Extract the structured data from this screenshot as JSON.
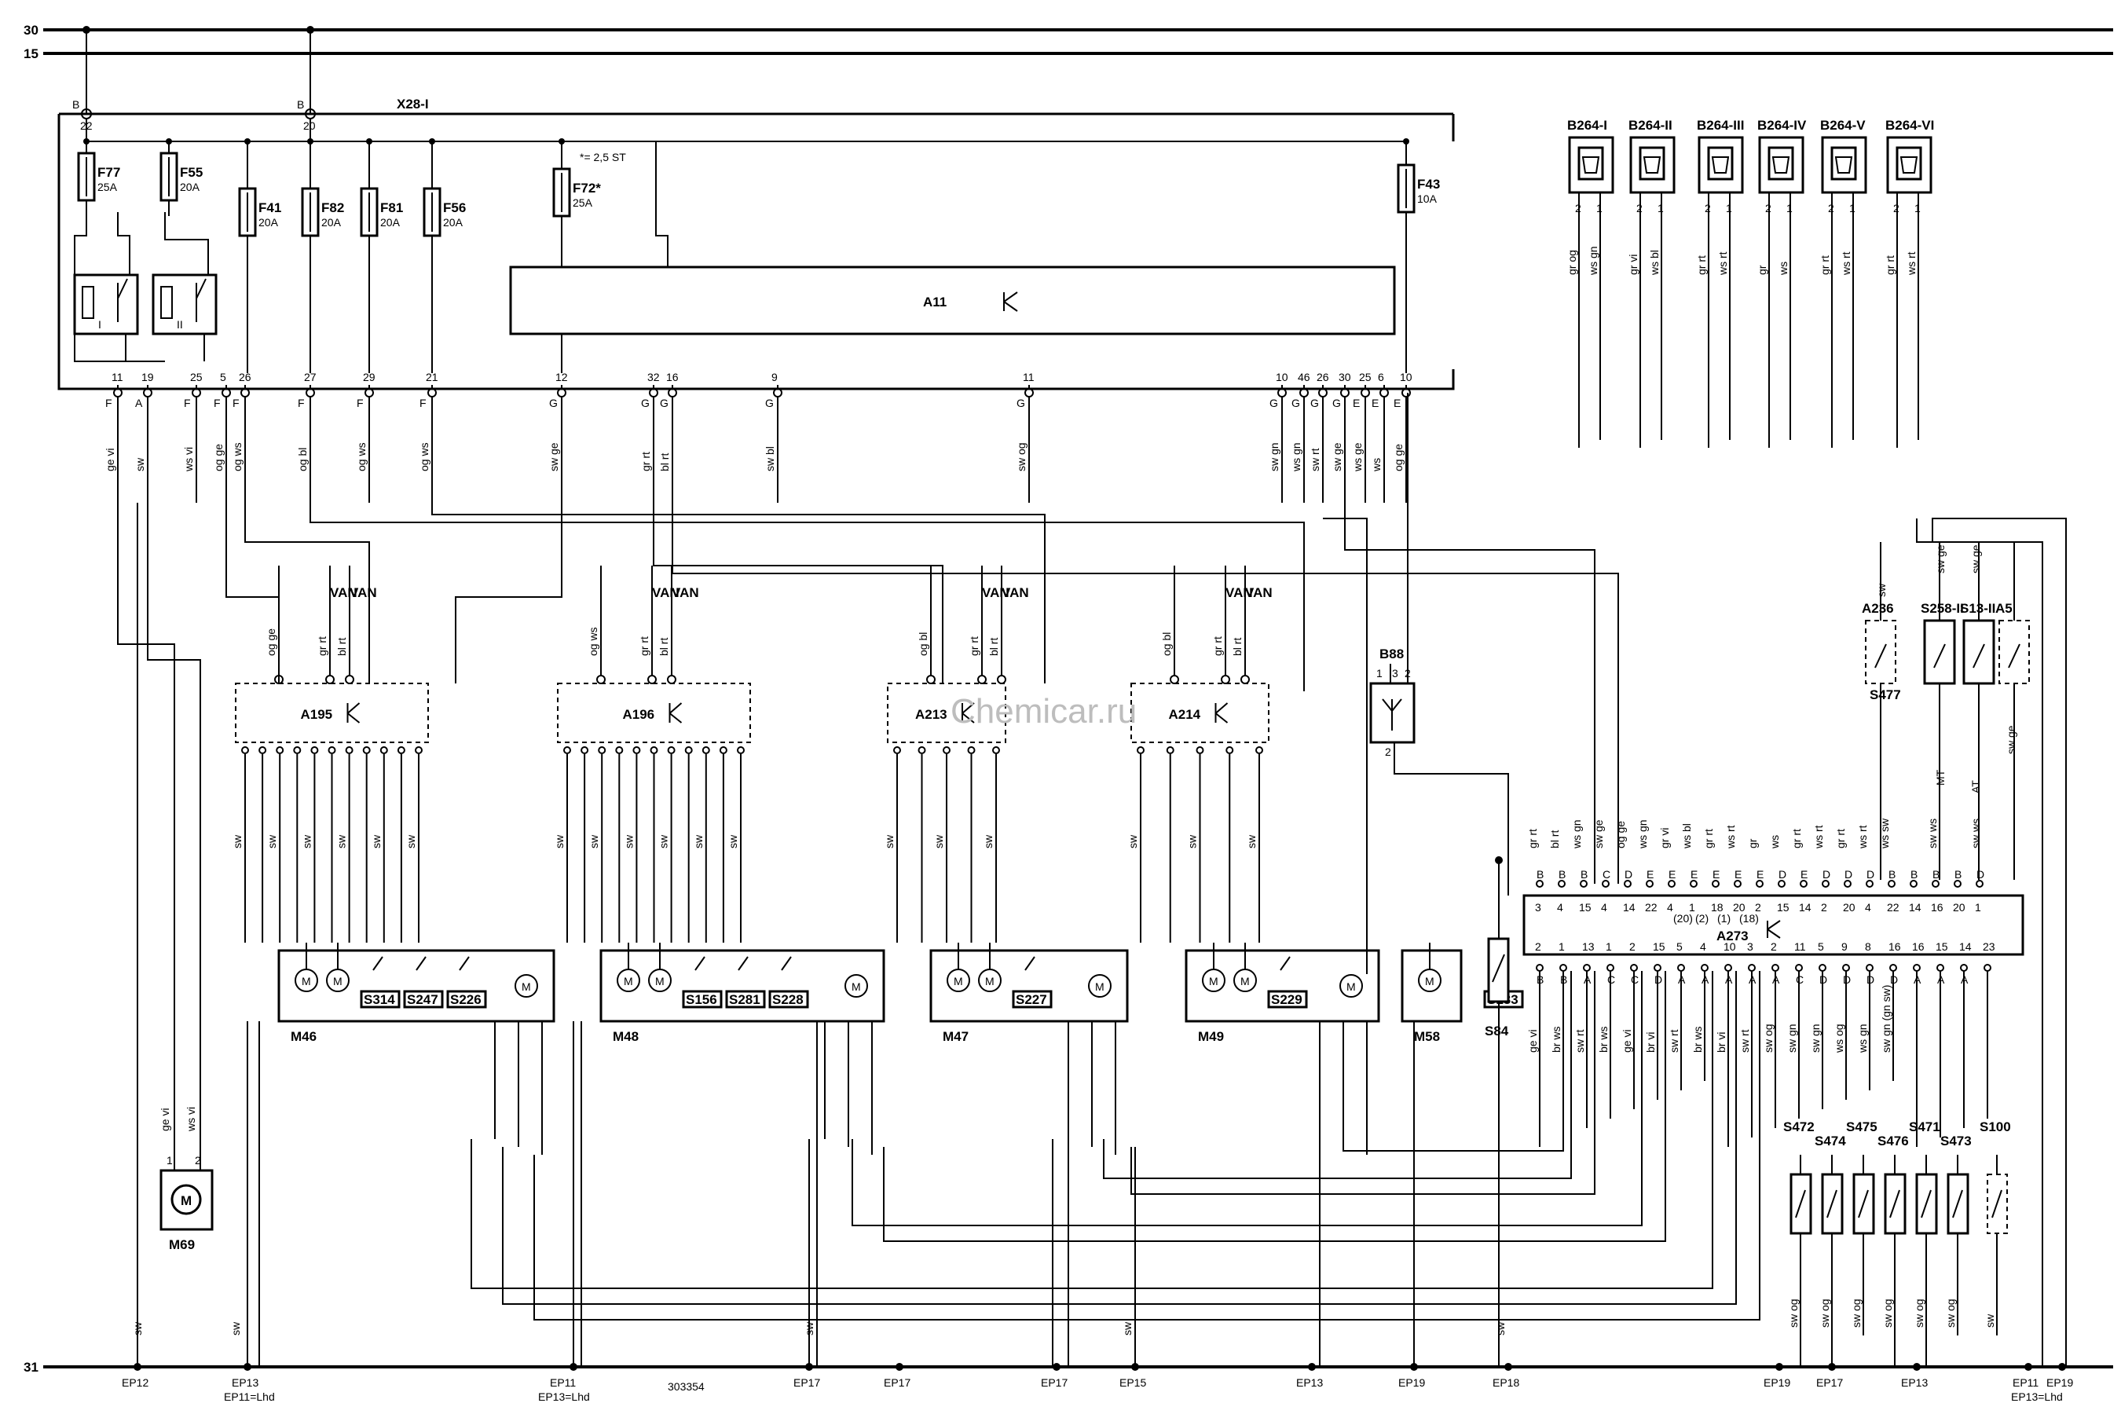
{
  "rails": {
    "top1": "30",
    "top2": "15",
    "bottom": "31"
  },
  "connector": {
    "label": "X28-I",
    "pin_left": "22",
    "pin_right": "20",
    "letter_left": "B",
    "letter_right": "B",
    "note": "*= 2,5 ST"
  },
  "fuses": [
    {
      "name": "F77",
      "rating": "25A"
    },
    {
      "name": "F55",
      "rating": "20A"
    },
    {
      "name": "F41",
      "rating": "20A"
    },
    {
      "name": "F82",
      "rating": "20A"
    },
    {
      "name": "F81",
      "rating": "20A"
    },
    {
      "name": "F56",
      "rating": "20A"
    },
    {
      "name": "F72*",
      "rating": "25A"
    },
    {
      "name": "F43",
      "rating": "10A"
    }
  ],
  "relays": [
    {
      "name": "I"
    },
    {
      "name": "II"
    }
  ],
  "module_a11": "A11",
  "x28_pins": [
    "11",
    "19",
    "25",
    "5",
    "26",
    "27",
    "29",
    "21",
    "12",
    "32",
    "16",
    "9",
    "11",
    "10",
    "46",
    "26",
    "30",
    "25",
    "6",
    "10"
  ],
  "x28_letters": [
    "F",
    "A",
    "F",
    "F",
    "F",
    "F",
    "F",
    "F",
    "G",
    "G",
    "G",
    "G",
    "G",
    "G",
    "G",
    "G",
    "G",
    "E",
    "E",
    "E"
  ],
  "wire_labels_top": [
    "ge vi",
    "sw",
    "ws vi",
    "og ge",
    "og ws",
    "og bl",
    "og ws",
    "og ws",
    "sw ge",
    "gr rt",
    "bl rt",
    "sw bl",
    "sw og",
    "sw gn",
    "ws gn",
    "sw rt",
    "sw ge",
    "ws ge",
    "ws",
    "og ge"
  ],
  "sensors": [
    "B264-I",
    "B264-II",
    "B264-III",
    "B264-IV",
    "B264-V",
    "B264-VI"
  ],
  "sensor_wires": [
    "gr og",
    "ws gn",
    "gr vi",
    "ws bl",
    "gr rt",
    "ws rt",
    "gr",
    "ws",
    "gr rt",
    "ws rt",
    "gr rt",
    "ws rt"
  ],
  "door_modules": [
    "A195",
    "A196",
    "A213",
    "A214"
  ],
  "van": "VAN",
  "door_wires_top": [
    "og ge",
    "gr rt",
    "bl rt",
    "og ws",
    "gr rt",
    "bl rt",
    "og bl",
    "gr rt",
    "bl rt",
    "og bl",
    "gr rt",
    "bl rt"
  ],
  "motor_units": [
    "M46",
    "M48",
    "M47",
    "M49",
    "M58"
  ],
  "switches": [
    "S314",
    "S247",
    "S226",
    "S156",
    "S281",
    "S228",
    "S227",
    "S229",
    "S133"
  ],
  "motor_symbol": "M",
  "m69": "M69",
  "m69_wires": [
    "ge vi",
    "ws vi"
  ],
  "antenna": "B88",
  "s84": "S84",
  "right_module": "A273",
  "a273_pins_top": [
    "3",
    "4",
    "15",
    "4",
    "14",
    "22",
    "4",
    "1",
    "18",
    "20",
    "2",
    "15",
    "14",
    "2",
    "20",
    "4",
    "22",
    "14",
    "16",
    "20",
    "1"
  ],
  "a273_notes": [
    "(20)",
    "(2)",
    "(1)",
    "(18)"
  ],
  "a273_pins_bottom": [
    "2",
    "1",
    "13",
    "1",
    "2",
    "15",
    "5",
    "4",
    "10",
    "3",
    "2",
    "11",
    "5",
    "9",
    "8",
    "16",
    "16",
    "15",
    "14",
    "23"
  ],
  "a273_letters_top": [
    "B",
    "B",
    "B",
    "C",
    "D",
    "E",
    "E",
    "E",
    "E",
    "E",
    "E",
    "D",
    "E",
    "D",
    "D",
    "D",
    "B",
    "B",
    "B",
    "B",
    "D"
  ],
  "a273_letters_bottom": [
    "B",
    "B",
    "A",
    "C",
    "C",
    "D",
    "A",
    "A",
    "A",
    "A",
    "A",
    "C",
    "D",
    "D",
    "D",
    "D",
    "A",
    "A",
    "A"
  ],
  "a273_wires_top": [
    "gr rt",
    "bl rt",
    "ws gn",
    "sw ge",
    "og ge",
    "ws gn",
    "gr vi",
    "ws bl",
    "gr rt",
    "ws rt",
    "gr",
    "ws",
    "gr rt",
    "ws rt",
    "gr rt",
    "ws rt",
    "ws sw"
  ],
  "a273_wires_bottom": [
    "ge vi",
    "br ws",
    "sw rt",
    "br ws",
    "ge vi",
    "br vi",
    "sw rt",
    "br ws",
    "br vi",
    "sw rt",
    "sw og",
    "sw gn",
    "sw gn",
    "ws og",
    "ws gn",
    "sw gn (gn sw)"
  ],
  "selector_switches": [
    "A236",
    "S258-II",
    "S13-II",
    "A5",
    "S477"
  ],
  "selector_notes": [
    "MT",
    "AT"
  ],
  "selector_wires": [
    "sw",
    "sw ge",
    "sw ge",
    "sw ws",
    "sw ws",
    "sw ge"
  ],
  "bottom_switches": [
    "S472",
    "S474",
    "S475",
    "S476",
    "S471",
    "S473",
    "S100"
  ],
  "bottom_switch_wires": [
    "sw og",
    "sw gn",
    "sw og",
    "sw gn",
    "sw og",
    "sw gn",
    "sw og",
    "sw gn",
    "sw og",
    "sw gn",
    "sw og",
    "sw ge",
    "sw"
  ],
  "ground_points": [
    "EP12",
    "EP13",
    "EP11=Lhd",
    "EP11",
    "EP13=Lhd",
    "303354",
    "EP17",
    "EP17",
    "EP17",
    "EP15",
    "EP13",
    "EP19",
    "EP18",
    "EP19",
    "EP17",
    "EP13",
    "EP11",
    "EP13=Lhd",
    "EP19"
  ],
  "ground_wire": "sw",
  "watermark": "Chemicar.ru"
}
